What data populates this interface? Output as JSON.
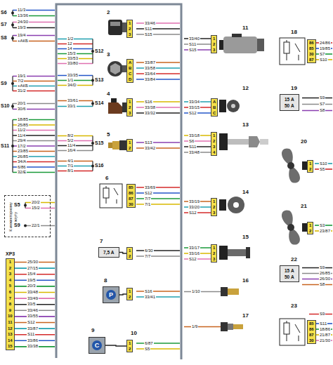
{
  "diagram": {
    "nodes": [
      {
        "text": [
          "К инжекторному жгуту"
        ]
      },
      {
        "text": [
          "1",
          "2",
          "3",
          "4",
          "5",
          "6",
          "7",
          "8",
          "9",
          "10",
          "11",
          "12",
          "13",
          "14",
          "15"
        ]
      },
      {
        "text": [
          "1",
          "2",
          "3"
        ]
      },
      {
        "text": [
          "A",
          "B",
          "C",
          "D"
        ]
      },
      {
        "text": [
          "1",
          "2",
          "3"
        ]
      },
      {
        "text": [
          "1",
          "2"
        ]
      },
      {
        "text": [
          "85",
          "86",
          "87",
          "30"
        ]
      },
      {
        "text": [
          "7,5 А"
        ]
      },
      {
        "text": [
          "1",
          "2"
        ]
      },
      {
        "text": [
          "P"
        ]
      },
      {
        "text": [
          "1",
          "2"
        ]
      },
      {
        "text": [
          "C"
        ]
      },
      {
        "text": [
          "1",
          "2"
        ]
      },
      {
        "text": [
          "1",
          "2",
          "3"
        ]
      },
      {
        "text": [
          "A",
          "B",
          "C"
        ]
      },
      {
        "text": [
          "1",
          "2",
          "3",
          "4"
        ]
      },
      {
        "text": [
          "1",
          "2",
          "3"
        ]
      },
      {
        "text": [
          "1",
          "2",
          "3"
        ]
      },
      {
        "text": [
          "86",
          "85",
          "30",
          "87"
        ]
      },
      {
        "text": [
          "15 А",
          "50 А"
        ]
      },
      {
        "text": [
          "1",
          "2"
        ]
      },
      {
        "text": [
          "1",
          "2"
        ]
      },
      {
        "text": [
          "15 А",
          "50 А"
        ]
      },
      {
        "text": [
          "85",
          "86",
          "87",
          "30"
        ]
      }
    ],
    "edges": [
      {
        "from": 7,
        "to": 8,
        "arrow": "none"
      },
      {
        "from": 9,
        "to": 10,
        "arrow": "none"
      },
      {
        "from": 11,
        "to": 12,
        "arrow": "none"
      }
    ],
    "labels": [
      "S6",
      "11/3",
      "13/36",
      "S7",
      "24/30",
      "19/3",
      "S8",
      "19/4",
      "+АКБ",
      "1/2",
      "12",
      "14",
      "15/3",
      "33/53",
      "33/80",
      "S12",
      "S9",
      "19/1",
      "7/2",
      "+АКБ",
      "31/2",
      "33/35",
      "1/1",
      "34/D",
      "S13",
      "S10",
      "20/1",
      "30/6",
      "33/61",
      "33/1",
      "S14",
      "S11",
      "18/85",
      "25/85",
      "11/2",
      "11/4",
      "29/4",
      "17/2",
      "23/85",
      "26/85",
      "34/A",
      "6/86",
      "32/E",
      "8/2",
      "5/2",
      "11/4",
      "16/4",
      "S15",
      "4/1",
      "7/1",
      "8/1",
      "S16",
      "S5",
      "20/2",
      "15/2",
      "S9",
      "22/1",
      "XP3",
      "25/30",
      "27/15",
      "15/4",
      "19/5",
      "20/3",
      "33/48",
      "33/49",
      "33/5",
      "33/46",
      "33/55",
      "S12",
      "33/87",
      "S11",
      "33/86",
      "33/38",
      "2",
      "33/46",
      "S11",
      "S15",
      "3",
      "33/87",
      "33/58",
      "33/64",
      "33/84",
      "4",
      "S16",
      "33/38",
      "33/32",
      "5",
      "S13",
      "33/42",
      "6",
      "33/69",
      "S12",
      "7/7",
      "7/1",
      "7",
      "6/30",
      "7/7",
      "8",
      "S16",
      "33/41",
      "9",
      "10",
      "6/87",
      "S5",
      "11",
      "33/40",
      "S11",
      "S15",
      "12",
      "33/34",
      "33/15",
      "S12",
      "13",
      "33/18",
      "S6",
      "S11",
      "33/48",
      "14",
      "33/19",
      "33/20",
      "S12",
      "15",
      "33/17",
      "33/16",
      "S12",
      "16",
      "1/10",
      "17",
      "1/9",
      "18",
      "24/86",
      "19/85",
      "S7",
      "S10",
      "19",
      "S9",
      "S7",
      "S8",
      "20",
      "S10",
      "S5",
      "21",
      "S3",
      "23/87",
      "22",
      "S9",
      "26/85",
      "26/30",
      "S8",
      "23",
      "S9",
      "S11",
      "18/86",
      "21/87",
      "21/30"
    ]
  }
}
